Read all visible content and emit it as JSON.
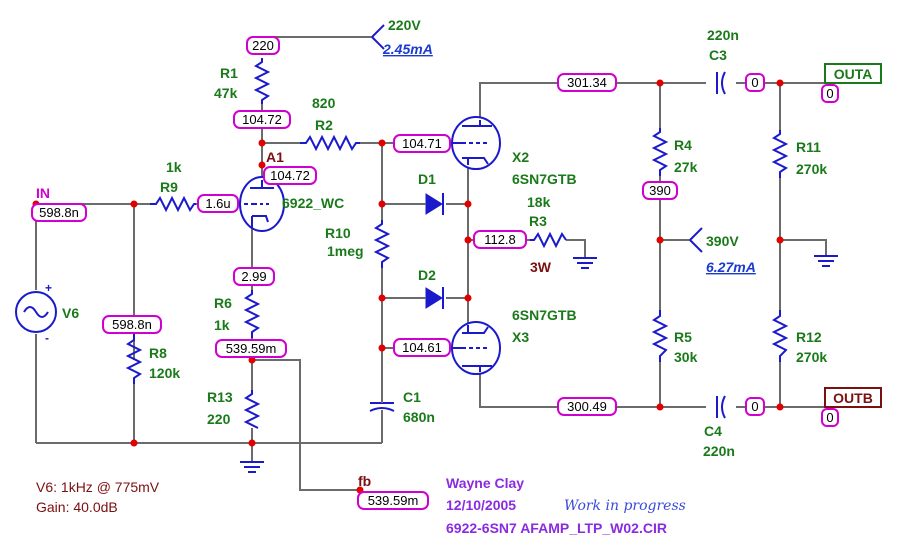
{
  "supply_top": {
    "voltage": "220V",
    "current": "2.45mA"
  },
  "supply_mid": {
    "voltage": "390V",
    "current": "6.27mA"
  },
  "ports": {
    "in": "IN",
    "outa": "OUTA",
    "outb": "OUTB",
    "fb": "fb"
  },
  "components": {
    "R1": {
      "name": "R1",
      "value": "47k"
    },
    "R2": {
      "name": "R2",
      "value": "820"
    },
    "R3": {
      "name": "R3",
      "value": "18k",
      "rating": "3W"
    },
    "R4": {
      "name": "R4",
      "value": "27k"
    },
    "R5": {
      "name": "R5",
      "value": "30k"
    },
    "R6": {
      "name": "R6",
      "value": "1k"
    },
    "R8": {
      "name": "R8",
      "value": "120k"
    },
    "R9": {
      "name": "R9",
      "value": "1k"
    },
    "R10": {
      "name": "R10",
      "value": "1meg"
    },
    "R11": {
      "name": "R11",
      "value": "270k"
    },
    "R12": {
      "name": "R12",
      "value": "270k"
    },
    "R13": {
      "name": "R13",
      "value": "220"
    },
    "C1": {
      "name": "C1",
      "value": "680n"
    },
    "C3": {
      "name": "C3",
      "value": "220n"
    },
    "C4": {
      "name": "C4",
      "value": "220n"
    },
    "D1": {
      "name": "D1"
    },
    "D2": {
      "name": "D2"
    },
    "V6": {
      "name": "V6"
    },
    "A1": {
      "name": "A1",
      "part": "6922_WC"
    },
    "X2": {
      "name": "X2",
      "part": "6SN7GTB"
    },
    "X3": {
      "name": "X3",
      "part": "6SN7GTB"
    }
  },
  "node_values": {
    "top220": "220",
    "r1_bottom": "104.72",
    "a1_plate": "104.72",
    "x2_grid": "104.71",
    "x3_grid": "104.61",
    "x2_plate": "301.34",
    "x3_plate": "300.49",
    "r4_r5_mid": "390",
    "cathode_ltp": "112.8",
    "a1_grid": "1.6u",
    "in_node": "598.8n",
    "r8_top": "598.8n",
    "a1_cathode": "2.99",
    "r6_bottom": "539.59m",
    "fb": "539.59m",
    "c3_out": "0",
    "c4_out": "0",
    "outa": "0",
    "outb": "0"
  },
  "notes": {
    "v6": "V6: 1kHz @ 775mV",
    "gain": "Gain: 40.0dB",
    "author": "Wayne Clay",
    "date": "12/10/2005",
    "status": "Work in progress",
    "file": "6922-6SN7 AFAMP_LTP_W02.CIR"
  },
  "v6_plus": "+",
  "v6_minus": "-",
  "colors": {
    "wire": "#6b6b6b",
    "component": "#1a1acc",
    "node": "#e00000",
    "value_box": "#d000d0",
    "label": "#1a7a1a"
  }
}
